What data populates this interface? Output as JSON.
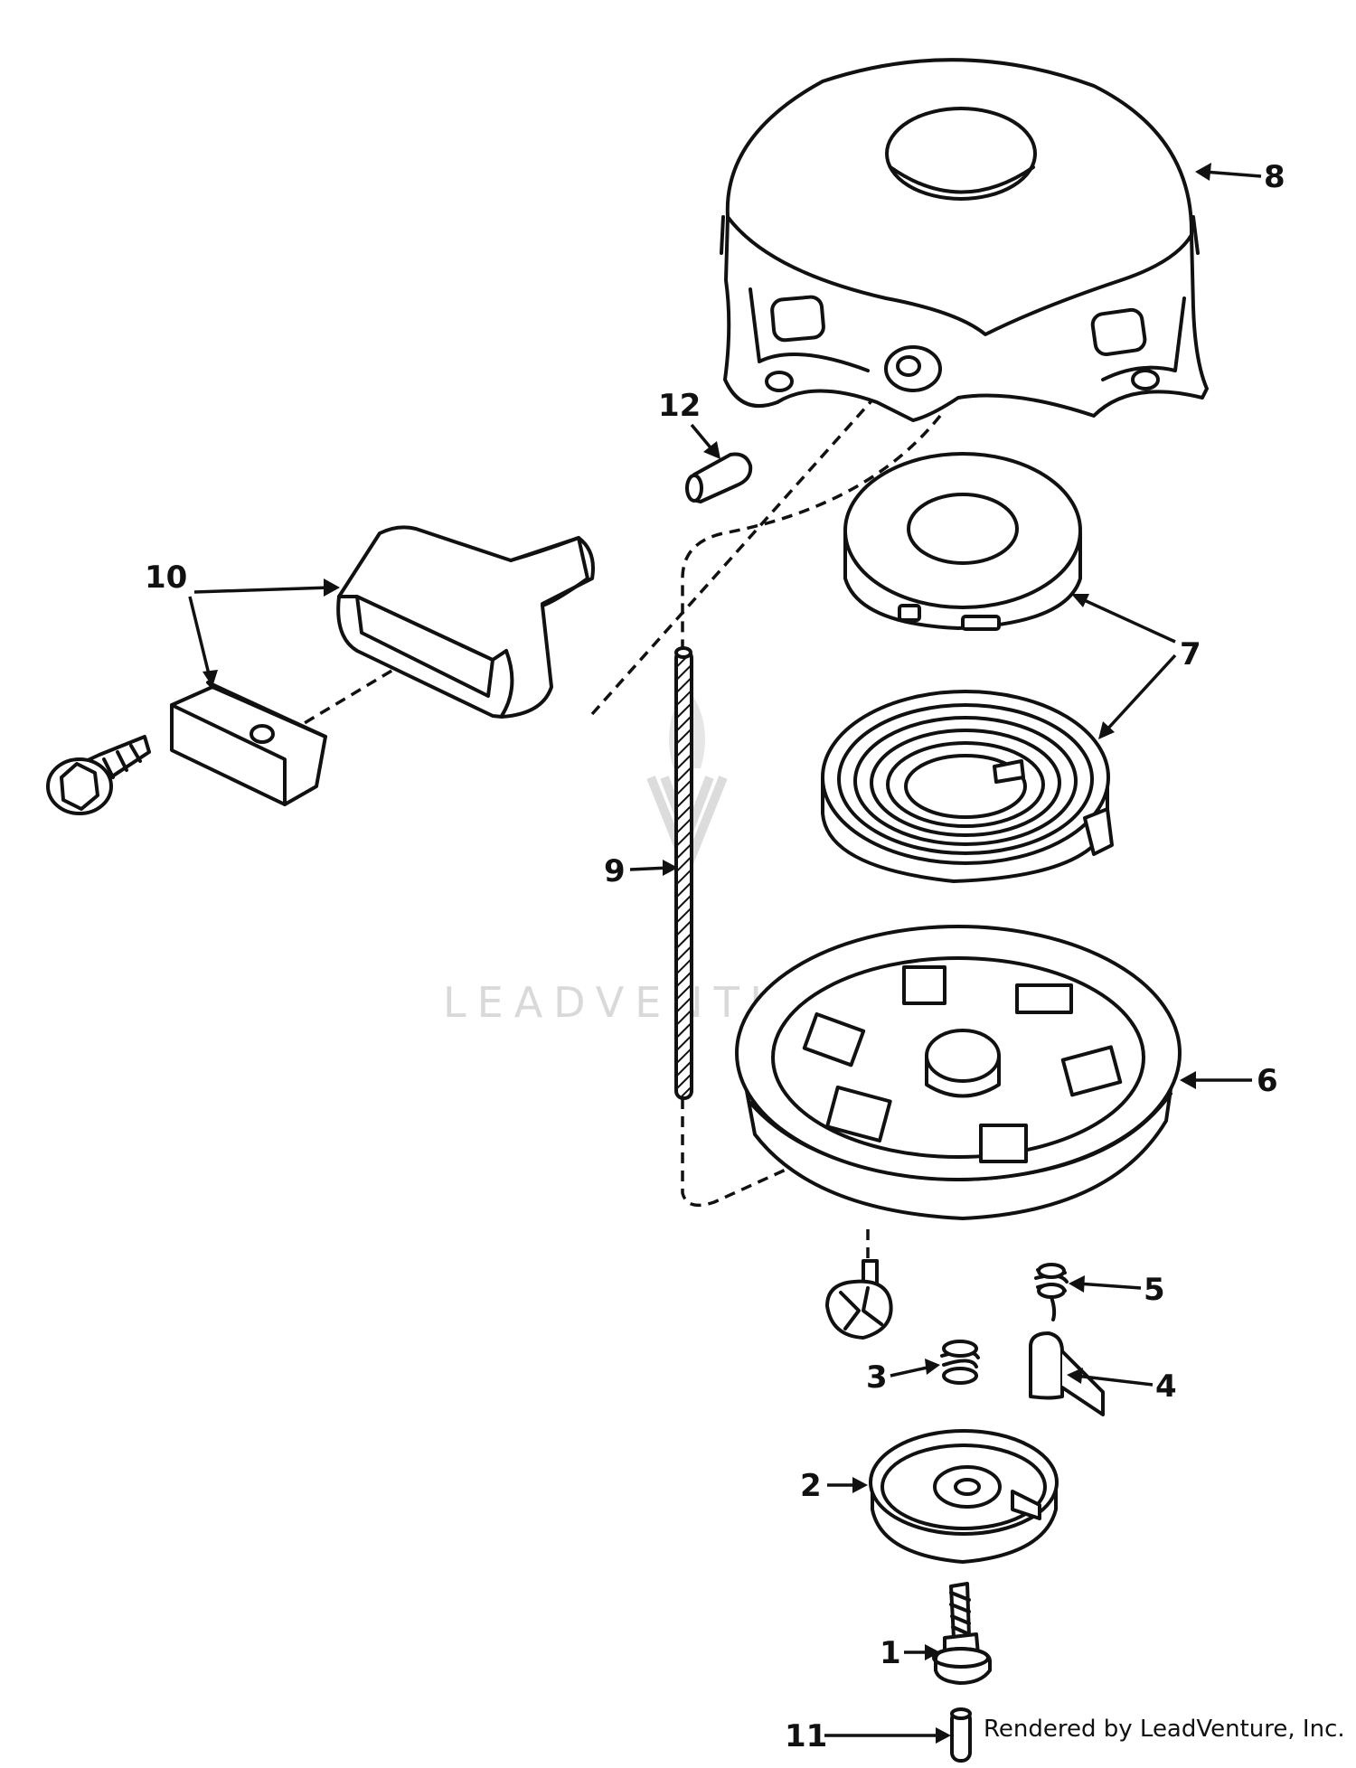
{
  "callouts": [
    {
      "id": "1",
      "label": "1"
    },
    {
      "id": "2",
      "label": "2"
    },
    {
      "id": "3",
      "label": "3"
    },
    {
      "id": "4",
      "label": "4"
    },
    {
      "id": "5",
      "label": "5"
    },
    {
      "id": "6",
      "label": "6"
    },
    {
      "id": "7",
      "label": "7"
    },
    {
      "id": "8",
      "label": "8"
    },
    {
      "id": "9",
      "label": "9"
    },
    {
      "id": "10",
      "label": "10"
    },
    {
      "id": "11",
      "label": "11"
    },
    {
      "id": "12",
      "label": "12"
    }
  ],
  "watermark": "LEADVENTURE",
  "credit": "Rendered by LeadVenture, Inc.",
  "colors": {
    "line": "#111111",
    "background": "#ffffff",
    "watermark": "#d9d9d9"
  }
}
